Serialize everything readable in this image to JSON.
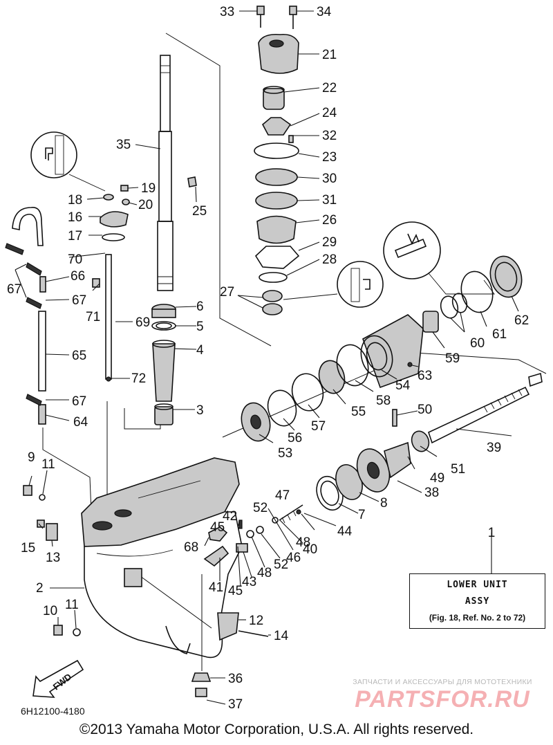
{
  "callouts": [
    {
      "id": "1",
      "text": "1"
    },
    {
      "id": "2",
      "text": "2"
    },
    {
      "id": "3",
      "text": "3"
    },
    {
      "id": "4",
      "text": "4"
    },
    {
      "id": "5",
      "text": "5"
    },
    {
      "id": "6",
      "text": "6"
    },
    {
      "id": "7",
      "text": "7"
    },
    {
      "id": "8",
      "text": "8"
    },
    {
      "id": "9",
      "text": "9"
    },
    {
      "id": "10",
      "text": "10"
    },
    {
      "id": "11a",
      "text": "11"
    },
    {
      "id": "11b",
      "text": "11"
    },
    {
      "id": "12",
      "text": "12"
    },
    {
      "id": "13",
      "text": "13"
    },
    {
      "id": "14",
      "text": "14"
    },
    {
      "id": "15",
      "text": "15"
    },
    {
      "id": "16",
      "text": "16"
    },
    {
      "id": "17",
      "text": "17"
    },
    {
      "id": "18",
      "text": "18"
    },
    {
      "id": "19",
      "text": "19"
    },
    {
      "id": "20",
      "text": "20"
    },
    {
      "id": "21",
      "text": "21"
    },
    {
      "id": "22",
      "text": "22"
    },
    {
      "id": "23",
      "text": "23"
    },
    {
      "id": "24",
      "text": "24"
    },
    {
      "id": "25",
      "text": "25"
    },
    {
      "id": "26",
      "text": "26"
    },
    {
      "id": "27",
      "text": "27"
    },
    {
      "id": "28",
      "text": "28"
    },
    {
      "id": "29",
      "text": "29"
    },
    {
      "id": "30",
      "text": "30"
    },
    {
      "id": "31",
      "text": "31"
    },
    {
      "id": "32",
      "text": "32"
    },
    {
      "id": "33",
      "text": "33"
    },
    {
      "id": "34",
      "text": "34"
    },
    {
      "id": "35",
      "text": "35"
    },
    {
      "id": "36",
      "text": "36"
    },
    {
      "id": "37",
      "text": "37"
    },
    {
      "id": "38",
      "text": "38"
    },
    {
      "id": "39",
      "text": "39"
    },
    {
      "id": "40",
      "text": "40"
    },
    {
      "id": "41",
      "text": "41"
    },
    {
      "id": "42",
      "text": "42"
    },
    {
      "id": "43",
      "text": "43"
    },
    {
      "id": "44",
      "text": "44"
    },
    {
      "id": "45a",
      "text": "45"
    },
    {
      "id": "45b",
      "text": "45"
    },
    {
      "id": "46",
      "text": "46"
    },
    {
      "id": "47",
      "text": "47"
    },
    {
      "id": "48a",
      "text": "48"
    },
    {
      "id": "48b",
      "text": "48"
    },
    {
      "id": "49",
      "text": "49"
    },
    {
      "id": "50",
      "text": "50"
    },
    {
      "id": "51",
      "text": "51"
    },
    {
      "id": "52a",
      "text": "52"
    },
    {
      "id": "52b",
      "text": "52"
    },
    {
      "id": "53",
      "text": "53"
    },
    {
      "id": "54",
      "text": "54"
    },
    {
      "id": "55",
      "text": "55"
    },
    {
      "id": "56",
      "text": "56"
    },
    {
      "id": "57",
      "text": "57"
    },
    {
      "id": "58",
      "text": "58"
    },
    {
      "id": "59",
      "text": "59"
    },
    {
      "id": "60",
      "text": "60"
    },
    {
      "id": "61",
      "text": "61"
    },
    {
      "id": "62",
      "text": "62"
    },
    {
      "id": "63",
      "text": "63"
    },
    {
      "id": "64",
      "text": "64"
    },
    {
      "id": "65",
      "text": "65"
    },
    {
      "id": "66",
      "text": "66"
    },
    {
      "id": "67a",
      "text": "67"
    },
    {
      "id": "67b",
      "text": "67"
    },
    {
      "id": "67c",
      "text": "67"
    },
    {
      "id": "68",
      "text": "68"
    },
    {
      "id": "69",
      "text": "69"
    },
    {
      "id": "70",
      "text": "70"
    },
    {
      "id": "71",
      "text": "71"
    },
    {
      "id": "72",
      "text": "72"
    }
  ],
  "info_box": {
    "line1": "LOWER UNIT",
    "line2": "ASSY",
    "line3": "(Fig. 18, Ref. No. 2 to 72)"
  },
  "fwd_label": "FWD",
  "diagram_code": "6H12100-4180",
  "copyright": "©2013 Yamaha Motor Corporation, U.S.A. All rights reserved.",
  "watermark": {
    "tagline": "ЗАПЧАСТИ И АКСЕССУАРЫ ДЛЯ МОТОТЕХНИКИ",
    "logo": "PARTSFOR.RU"
  }
}
